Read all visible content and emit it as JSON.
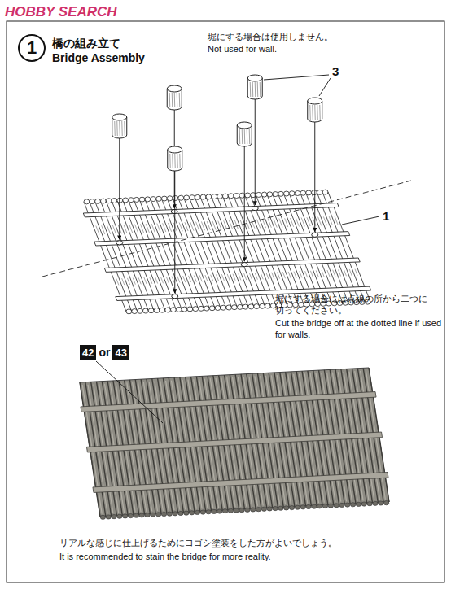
{
  "diagram": {
    "title": "橋の組み立て",
    "nodes": [
      {
        "text": [
          "1"
        ]
      },
      {
        "text": [
          "42"
        ]
      },
      {
        "text": [
          "43"
        ]
      }
    ],
    "labels": [
      "HOBBY SEARCH",
      "Bridge Assembly",
      "堀にする場合は使用しません。",
      "Not used for wall.",
      "3",
      "1",
      "堀にする場合には点線の所から二つに切ってください。",
      "Cut the bridge off at the dotted line if used for walls.",
      "or",
      "リアルな感じに仕上げるためにヨゴシ塗装をした方がよいでしょう。",
      "It is recommended to stain the bridge for more reality."
    ]
  }
}
